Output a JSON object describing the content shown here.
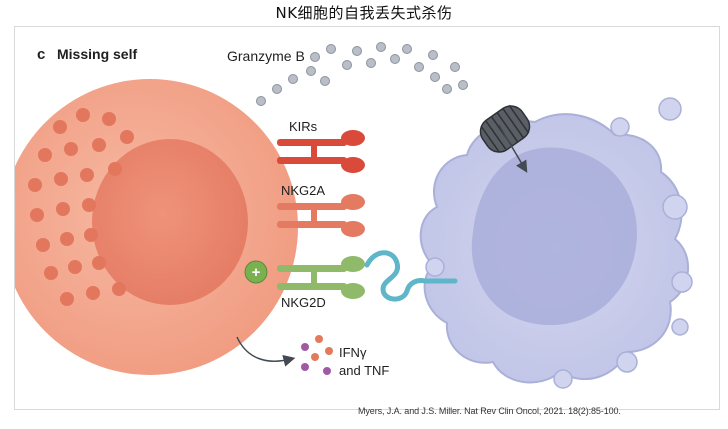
{
  "page_title": "NK细胞的自我丢失式杀伤",
  "figure": {
    "panel_letter": "c",
    "panel_title": "Missing self",
    "granzyme_label": "Granzyme B",
    "receptors": [
      "KIRs",
      "NKG2A",
      "NKG2D"
    ],
    "activation_sign": "+",
    "cytokine_line1": "IFNγ",
    "cytokine_line2": "and TNF"
  },
  "citation": "Myers, J.A. and J.S. Miller. Nat Rev Clin Oncol, 2021. 18(2):85-100.",
  "colors": {
    "nk_cell": "#f2a48b",
    "nk_nucleus": "#e9826a",
    "granules": "#e07a5f",
    "kir": "#d94a3a",
    "nkg2a": "#e27a62",
    "nkg2d": "#8fba6a",
    "ligand": "#5fb6c9",
    "target_cell": "#c5c9e8",
    "target_nucleus": "#a7acd9",
    "granzyme_dots": "#b7bcc6",
    "perforin_pore": "#555a60",
    "cytokine_orange": "#e47a5c",
    "cytokine_purple": "#a05aa5"
  }
}
